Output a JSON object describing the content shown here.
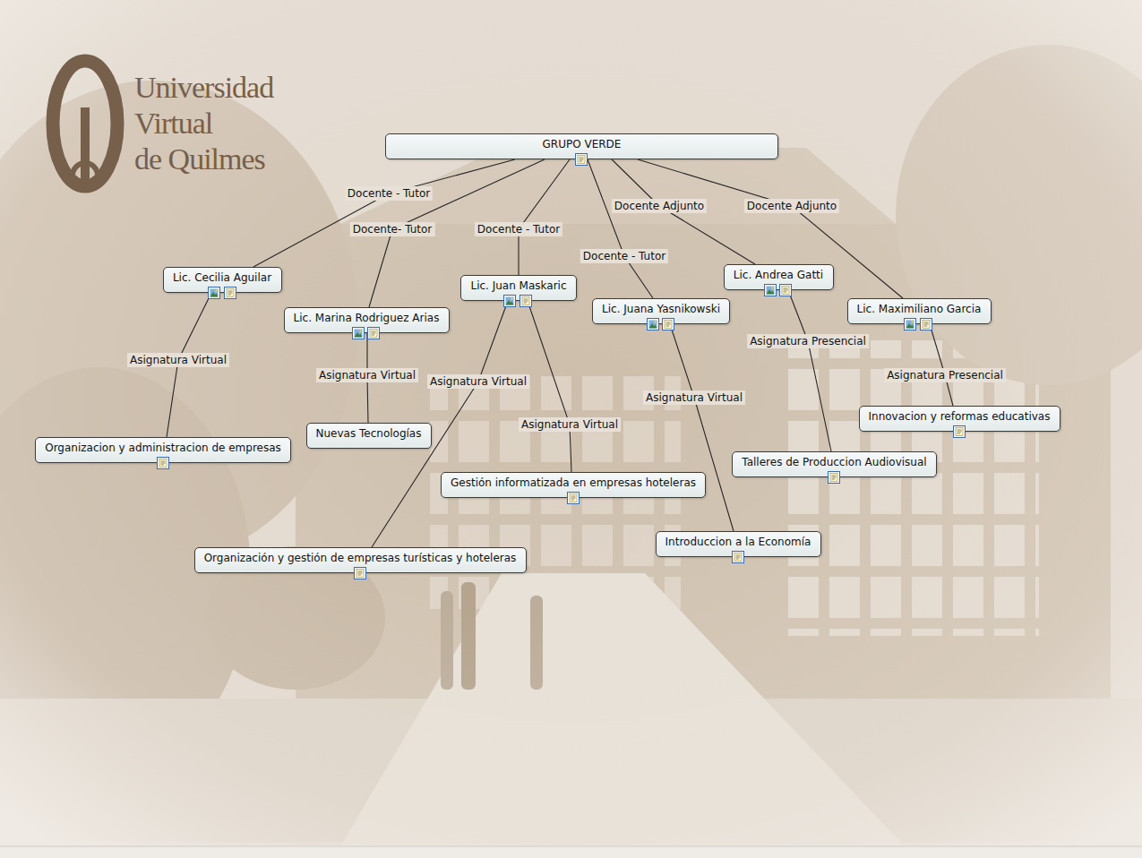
{
  "diagram": {
    "nodes": [
      {
        "text": [
          "GRUPO VERDE"
        ]
      },
      {
        "text": [
          "Lic. Cecilia Aguilar"
        ]
      },
      {
        "text": [
          "Lic. Marina Rodriguez Arias"
        ]
      },
      {
        "text": [
          "Lic. Juan Maskaric"
        ]
      },
      {
        "text": [
          "Lic. Juana Yasnikowski"
        ]
      },
      {
        "text": [
          "Lic. Andrea Gatti"
        ]
      },
      {
        "text": [
          "Lic. Maximiliano Garcia"
        ]
      },
      {
        "text": [
          "Organizacion y administracion de empresas"
        ]
      },
      {
        "text": [
          "Nuevas Tecnologías"
        ]
      },
      {
        "text": [
          "Gestión informatizada en empresas hoteleras"
        ]
      },
      {
        "text": [
          "Organización y gestión de empresas turísticas y hoteleras"
        ]
      },
      {
        "text": [
          "Introduccion a la Economía"
        ]
      },
      {
        "text": [
          "Innovacion y reformas educativas"
        ]
      },
      {
        "text": [
          "Talleres de Produccion Audiovisual"
        ]
      }
    ],
    "edges": [
      {
        "from": 0,
        "to": 1,
        "label": "Docente - Tutor",
        "arrow": "none"
      },
      {
        "from": 0,
        "to": 2,
        "label": "Docente- Tutor",
        "arrow": "none"
      },
      {
        "from": 0,
        "to": 3,
        "label": "Docente - Tutor",
        "arrow": "none"
      },
      {
        "from": 0,
        "to": 4,
        "label": "Docente - Tutor",
        "arrow": "none"
      },
      {
        "from": 0,
        "to": 5,
        "label": "Docente Adjunto",
        "arrow": "none"
      },
      {
        "from": 0,
        "to": 6,
        "label": "Docente Adjunto",
        "arrow": "none"
      },
      {
        "from": 1,
        "to": 7,
        "label": "Asignatura Virtual",
        "arrow": "none"
      },
      {
        "from": 2,
        "to": 8,
        "label": "Asignatura Virtual",
        "arrow": "none"
      },
      {
        "from": 3,
        "to": 10,
        "label": "Asignatura Virtual",
        "arrow": "none"
      },
      {
        "from": 3,
        "to": 9,
        "label": "Asignatura Virtual",
        "arrow": "none"
      },
      {
        "from": 4,
        "to": 11,
        "label": "Asignatura Virtual",
        "arrow": "none"
      },
      {
        "from": 5,
        "to": 13,
        "label": "Asignatura Presencial",
        "arrow": "none"
      },
      {
        "from": 6,
        "to": 12,
        "label": "Asignatura Presencial",
        "arrow": "none"
      }
    ],
    "labels": [
      "Universidad",
      "Virtual",
      "de Quilmes"
    ]
  }
}
